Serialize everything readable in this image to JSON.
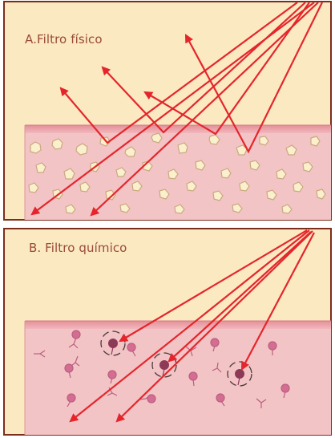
{
  "panels": [
    {
      "id": "A",
      "title": "A.Filtro físico",
      "mechanism": "physical"
    },
    {
      "id": "B",
      "title": "B. Filtro químico",
      "mechanism": "chemical"
    }
  ],
  "colors": {
    "background": "#fbe9c2",
    "frame": "#7d2d1c",
    "skin": "#f2c2c4",
    "skin_top": "#e7a0a6",
    "ray": "#e4262c",
    "physical_particle": "#fbf0cd",
    "physical_particle_edge": "#c9a97e",
    "chemical_molecule": "#d56d92",
    "chemical_molecule_active": "#8c3a55"
  }
}
